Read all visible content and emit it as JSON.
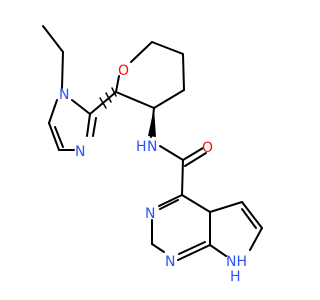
{
  "atoms": {
    "n_ethyl": "N",
    "n_imidazole": "N",
    "o_ring": "O",
    "n_amide": "N",
    "h_amide": "H",
    "o_carbonyl": "O",
    "n_pyrimidine_top": "N",
    "n_pyrimidine_bottom": "N",
    "nh_pyrrole": "NH",
    "h_pyrrole": "H"
  },
  "colors": {
    "bond": "#000000",
    "nitrogen": "#3050f8",
    "oxygen": "#ff0d0d"
  }
}
